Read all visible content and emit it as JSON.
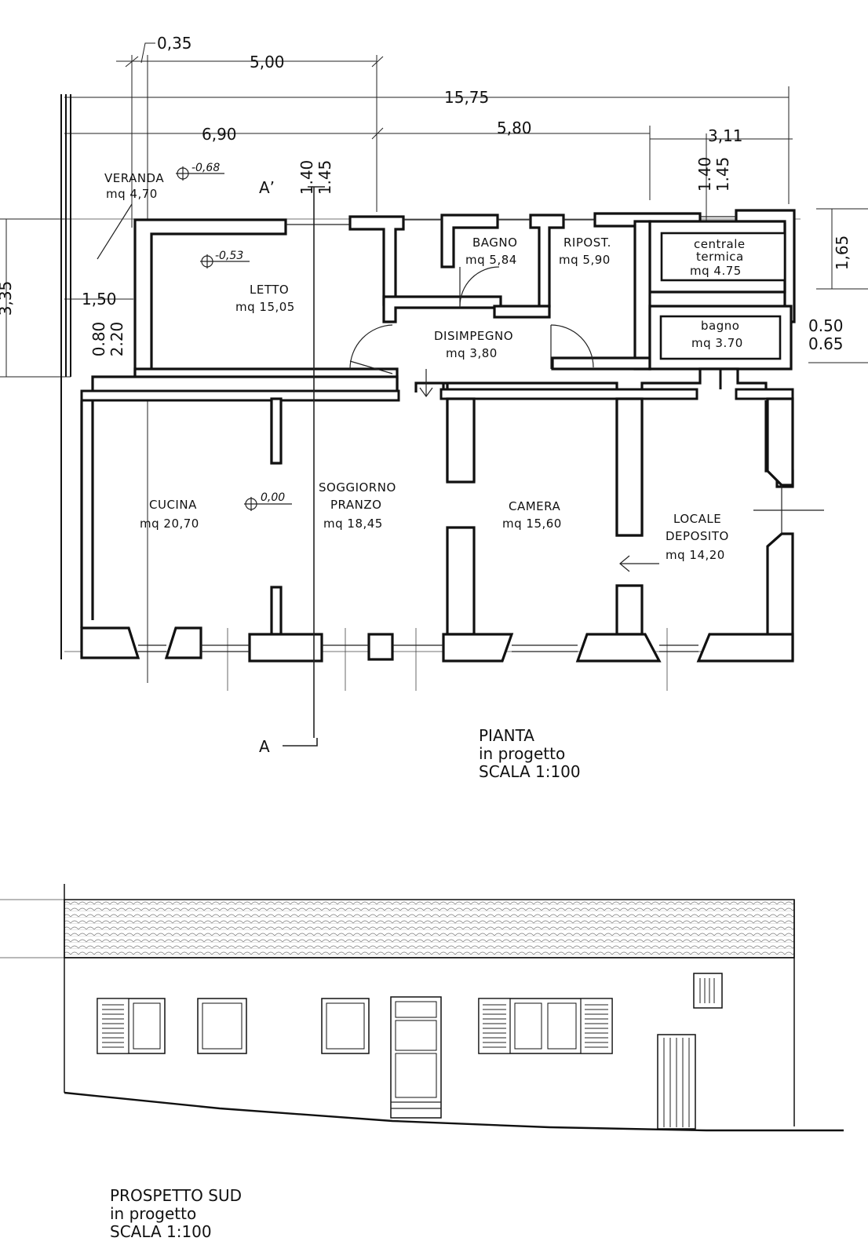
{
  "plan": {
    "title": "PIANTA",
    "subtitle": "in progetto",
    "scale": "SCALA 1:100",
    "section_mark": "A",
    "section_mark_top": "A’",
    "dimensions": {
      "d035": "0,35",
      "d500": "5,00",
      "d1575": "15,75",
      "d690": "6,90",
      "d580": "5,80",
      "d311": "3,11",
      "d150": "1,50",
      "d335": "3,35",
      "d165": "1,65",
      "d050": "0.50",
      "d065": "0.65",
      "d140a": "1.40",
      "d145a": "1.45",
      "d140b": "1.40",
      "d145b": "1.45",
      "d080": "0.80",
      "d220": "2.20"
    },
    "levels": {
      "veranda": "-0,68",
      "letto": "-0,53",
      "cucina": "0,00"
    },
    "rooms": {
      "veranda": {
        "name": "VERANDA",
        "area": "mq 4,70"
      },
      "letto": {
        "name": "LETTO",
        "area": "mq 15,05"
      },
      "bagno1": {
        "name": "BAGNO",
        "area": "mq 5,84"
      },
      "ripost": {
        "name": "RIPOST.",
        "area": "mq 5,90"
      },
      "centrale": {
        "name1": "centrale",
        "name2": "termica",
        "area": "mq 4.75"
      },
      "disimpegno": {
        "name": "DISIMPEGNO",
        "area": "mq 3,80"
      },
      "bagno2": {
        "name": "bagno",
        "area": "mq 3.70"
      },
      "cucina": {
        "name": "CUCINA",
        "area": "mq 20,70"
      },
      "soggiorno": {
        "name1": "SOGGIORNO",
        "name2": "PRANZO",
        "area": "mq 18,45"
      },
      "camera": {
        "name": "CAMERA",
        "area": "mq 15,60"
      },
      "deposito": {
        "name1": "LOCALE",
        "name2": "DEPOSITO",
        "area": "mq 14,20"
      }
    }
  },
  "elevation": {
    "title": "PROSPETTO SUD",
    "subtitle": "in progetto",
    "scale": "SCALA 1:100"
  }
}
